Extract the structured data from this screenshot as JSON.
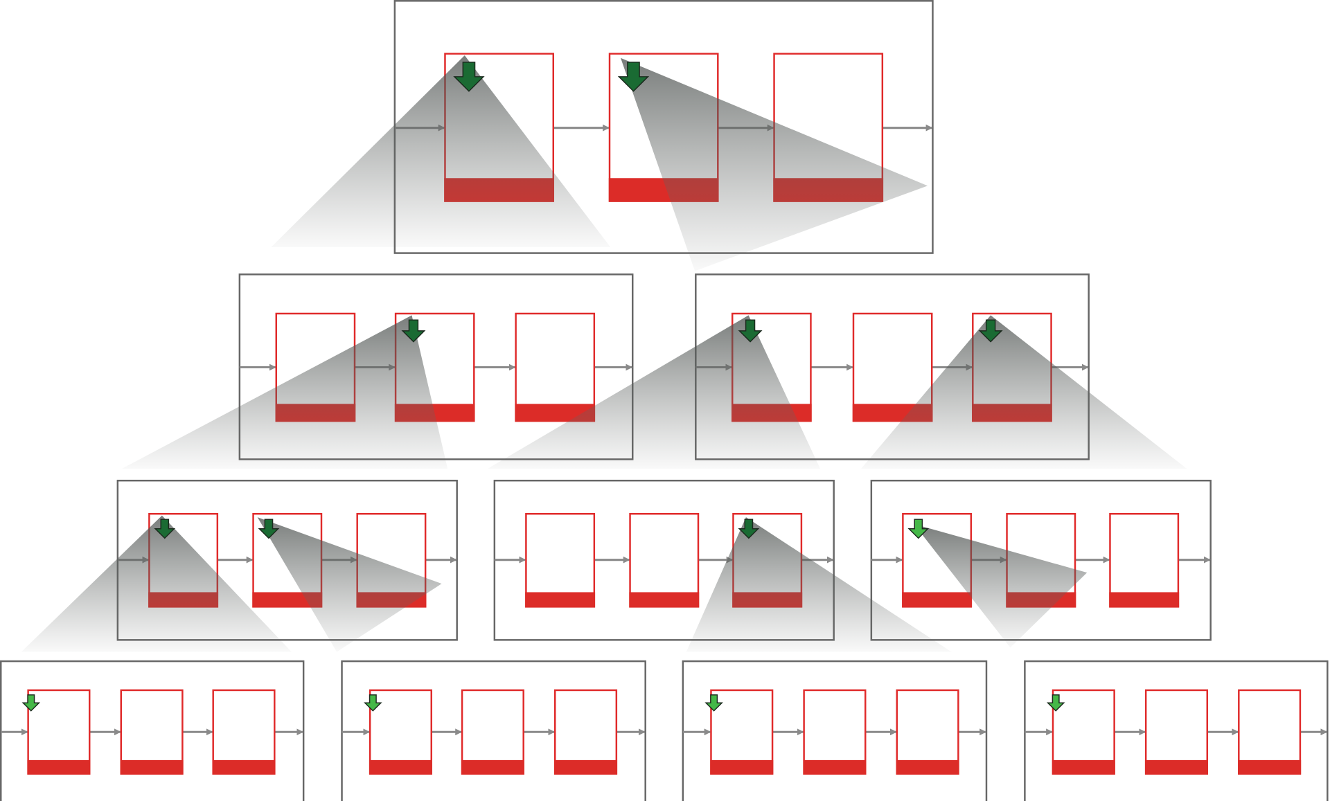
{
  "colors": {
    "container_border": "#666666",
    "cell_border": "#e02a2a",
    "cell_band": "#dc2c28",
    "connector": "#8a8a8a",
    "arrow_dark": "#1a6b33",
    "arrow_light": "#45b848",
    "shadow": "#5a5e5c"
  },
  "levels": [
    {
      "boxes": [
        {
          "arrows": [
            {
              "cell": 0,
              "tone": "dark"
            },
            {
              "cell": 1,
              "tone": "dark"
            }
          ]
        }
      ]
    },
    {
      "boxes": [
        {
          "arrows": [
            {
              "cell": 1,
              "tone": "dark"
            }
          ]
        },
        {
          "arrows": [
            {
              "cell": 0,
              "tone": "dark"
            },
            {
              "cell": 2,
              "tone": "dark"
            }
          ]
        }
      ]
    },
    {
      "boxes": [
        {
          "arrows": [
            {
              "cell": 0,
              "tone": "dark"
            },
            {
              "cell": 1,
              "tone": "dark"
            }
          ]
        },
        {
          "arrows": [
            {
              "cell": 2,
              "tone": "dark"
            }
          ]
        },
        {
          "arrows": [
            {
              "cell": 0,
              "tone": "light"
            }
          ]
        }
      ]
    },
    {
      "boxes": [
        {
          "arrows": [
            {
              "cell": 0,
              "tone": "light"
            }
          ]
        },
        {
          "arrows": [
            {
              "cell": 0,
              "tone": "light"
            }
          ]
        },
        {
          "arrows": [
            {
              "cell": 0,
              "tone": "light"
            }
          ]
        },
        {
          "arrows": [
            {
              "cell": 0,
              "tone": "light"
            }
          ]
        }
      ]
    }
  ]
}
